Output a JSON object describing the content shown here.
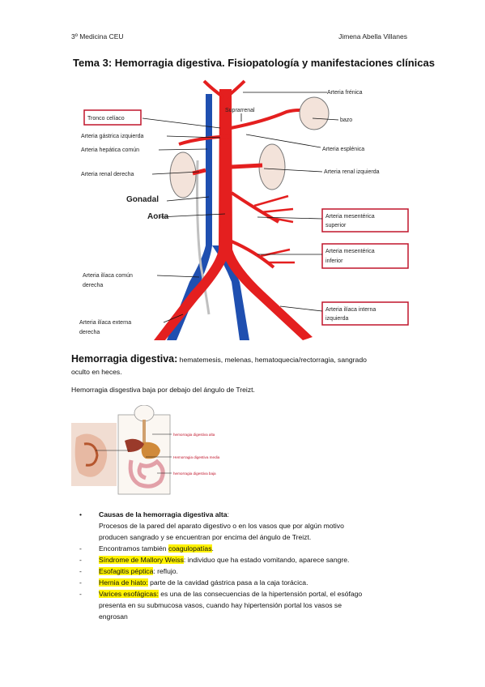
{
  "header": {
    "left": "3º Medicina CEU",
    "right": "Jimena Abella Villanes"
  },
  "title": "Tema 3: Hemorragia digestiva. Fisiopatología y manifestaciones clínicas",
  "figure1": {
    "labels": {
      "frenica": "Arteria frénica",
      "suprarrenal": "Suprarrenal",
      "tronco": "Tronco celíaco",
      "bazo": "bazo",
      "gastrica": "Arteria gástrica izquierda",
      "hepatica": "Arteria hepática común",
      "esplenica": "Arteria esplénica",
      "renal_der": "Arteria renal derecha",
      "renal_izq": "Arteria renal izquierda",
      "gonadal": "Gonadal",
      "aorta": "Aorta",
      "mes_sup_1": "Arteria mesentérica",
      "mes_sup_2": "superior",
      "mes_inf_1": "Arteria mesentérica",
      "mes_inf_2": "inferior",
      "iliaca_comun_1": "Arteria ilíaca común",
      "iliaca_comun_2": "derecha",
      "iliaca_int_1": "Arteria ilíaca interna",
      "iliaca_int_2": "izquierda",
      "iliaca_ext_1": "Arteria ilíaca externa",
      "iliaca_ext_2": "derecha"
    }
  },
  "section": {
    "heading": "Hemorragia digestiva:",
    "desc_1": " hematemesis, melenas, hematoquecia/rectorragia, sangrado",
    "desc_2": "oculto en heces.",
    "paragraph": "Hemorragia disgestiva baja por debajo del ángulo de Treizt."
  },
  "figure2": {
    "labels": {
      "alta": "hemorragia digestiva alta",
      "media": "Hemorragia digestiva media",
      "baja": "hemorragia digestiva baja"
    }
  },
  "list": {
    "bullet": "•",
    "dash": "-",
    "causes_title": "Causas de la hemorragia digestiva alta",
    "causes_colon": ":",
    "causes_line1": "Procesos de la pared del aparato digestivo o en los vasos que por algún motivo",
    "causes_line2": "producen sangrado y  se encuentran por encima del ángulo de Treizt.",
    "item1_pre": "Encontramos también ",
    "item1_hl": "coagulopatías",
    "item1_post": ".",
    "item2_hl": "Síndrome de Mallory Weiss",
    "item2_post": ": individuo que ha estado vomitando, aparece sangre.",
    "item3_hl": "Esofagitis péptica",
    "item3_post": ": reflujo.",
    "item4_hl": "Hernia de hiato:",
    "item4_post": " parte de la cavidad gástrica pasa a la caja torácica.",
    "item5_hl": "Varices esofágicas:",
    "item5_post": " es una de las consecuencias de la hipertensión portal, el esófago",
    "item5_line2": "presenta en su submucosa vasos, cuando hay hipertensión portal los vasos se",
    "item5_line3": "engrosan"
  }
}
